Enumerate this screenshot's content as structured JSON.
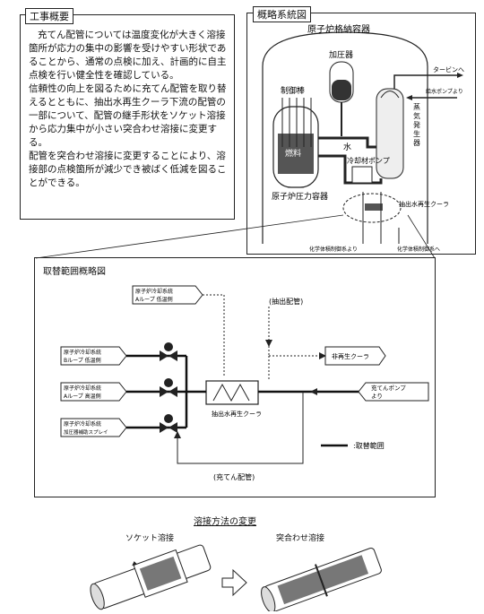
{
  "overview": {
    "title": "工事概要",
    "paragraphs": [
      "充てん配管については温度変化が大きく溶接箇所が応力の集中の影響を受けやすい形状であることから、通常の点検に加え、計画的に自主点検を行い健全性を確認している。",
      "信頼性の向上を図るために充てん配管を取り替えるとともに、抽出水再生クーラ下流の配管の一部について、配管の継手形状をソケット溶接から応力集中が小さい突合わせ溶接に変更する。",
      "配管を突合わせ溶接に変更することにより、溶接部の点検箇所が減少でき被ばく低減を図ることができる。"
    ]
  },
  "system": {
    "title": "概略系統図",
    "containment": "原子炉格納容器",
    "pressurizer": "加圧器",
    "control_rod": "制御棒",
    "fuel": "燃料",
    "vessel": "原子炉圧力容器",
    "water": "水",
    "steam_generator": "蒸気発生器",
    "coolant_pump": "冷却材ポンプ",
    "to_turbine": "タービンへ",
    "feedwater_pump": "給水ポンプより",
    "regen_cooler": "抽出水再生クーラ",
    "from_chem": "化学体積制御系より",
    "to_chem": "化学体積制御系へ"
  },
  "detail": {
    "title": "取替範囲概略図",
    "loop_a_low": [
      "原子炉冷却系統",
      "Aループ 低温側"
    ],
    "letdown_pipe": "(抽出配管)",
    "nonregen_cooler": "非再生クーラ",
    "loop_b_low": [
      "原子炉冷却系統",
      "Bループ 低温側"
    ],
    "loop_a_high": [
      "原子炉冷却系統",
      "Aループ 高温側"
    ],
    "pressurizer_spray": [
      "原子炉冷却系統",
      "加圧器補助スプレイ"
    ],
    "charging_pump": [
      "充てんポンプ",
      "より"
    ],
    "regen_cooler": "抽出水再生クーラ",
    "legend": ":取替範囲",
    "charging_pipe": "(充てん配管)"
  },
  "welding": {
    "title": "溶接方法の変更",
    "socket": "ソケット溶接",
    "butt": "突合わせ溶接"
  }
}
